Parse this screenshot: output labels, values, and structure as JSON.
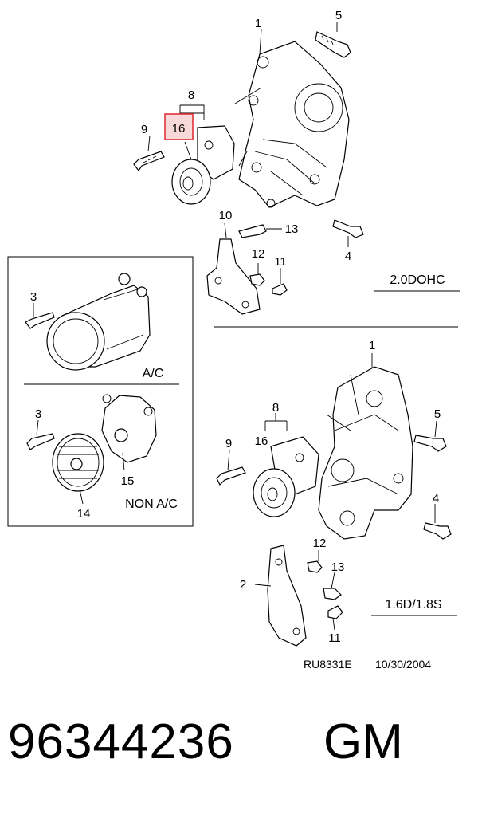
{
  "callouts": {
    "top": {
      "c1": "1",
      "c5": "5",
      "c8": "8",
      "c9": "9",
      "c16": "16",
      "c10": "10",
      "c13": "13",
      "c12": "12",
      "c11": "11",
      "c4": "4"
    },
    "bottom": {
      "c1": "1",
      "c5": "5",
      "c8": "8",
      "c9": "9",
      "c16": "16",
      "c4": "4",
      "c12": "12",
      "c13": "13",
      "c2": "2",
      "c11": "11"
    },
    "inset": {
      "c3a": "3",
      "c3b": "3",
      "c15": "15",
      "c14": "14"
    }
  },
  "labels": {
    "engine_top": "2.0DOHC",
    "engine_bottom": "1.6D/1.8S",
    "inset_ac": "A/C",
    "inset_non_ac": "NON A/C"
  },
  "reference": {
    "code": "RU8331E",
    "date": "10/30/2004"
  },
  "footer": {
    "part_number": "96344236",
    "brand": "GM"
  },
  "colors": {
    "highlight": "#e0323a",
    "highlight_fill": "#f7d9da",
    "line": "#000000"
  }
}
